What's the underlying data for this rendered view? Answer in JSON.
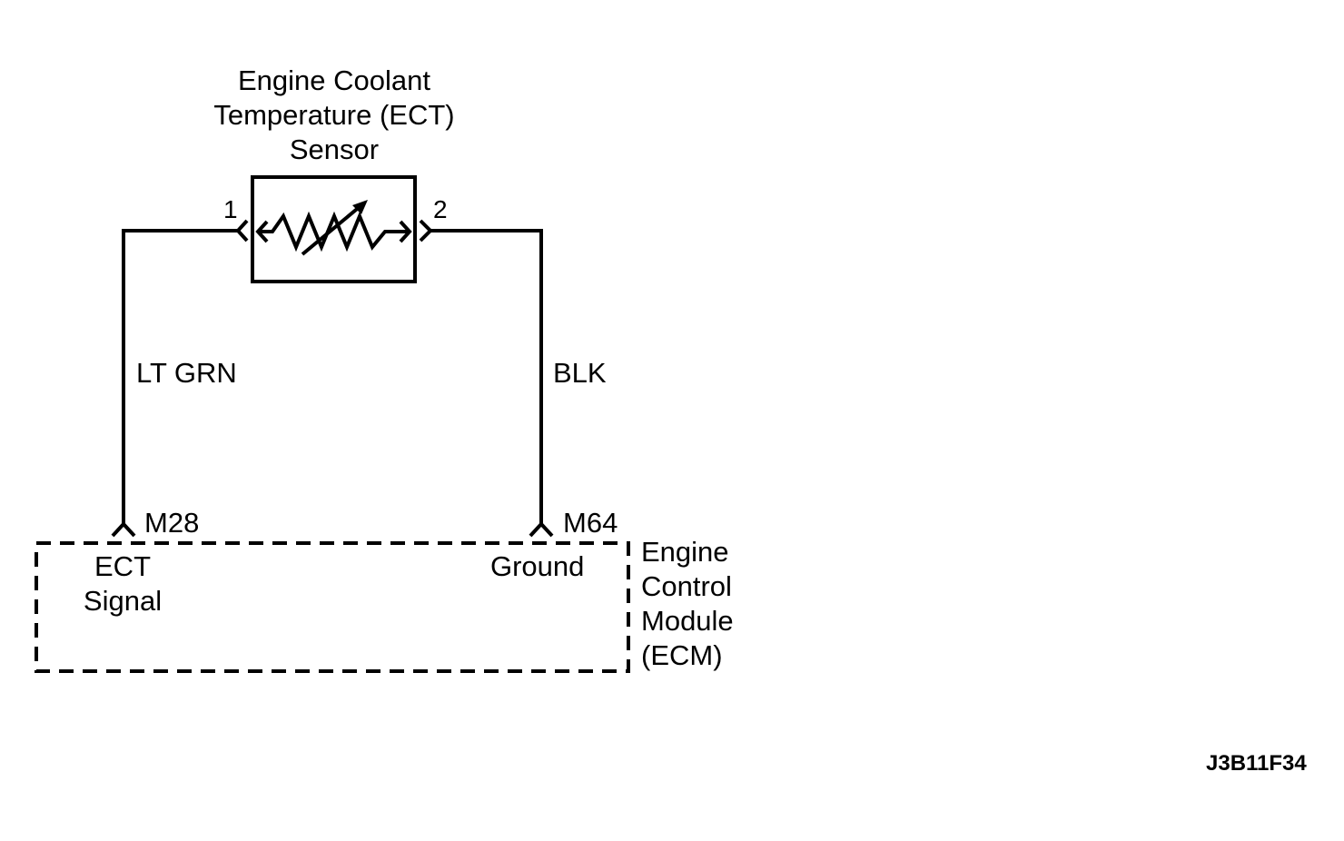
{
  "sensor": {
    "title_line1": "Engine Coolant",
    "title_line2": "Temperature (ECT)",
    "title_line3": "Sensor",
    "pin_left": "1",
    "pin_right": "2"
  },
  "wires": {
    "left_color": "LT GRN",
    "right_color": "BLK"
  },
  "ecm": {
    "terminal_left": "M28",
    "terminal_right": "M64",
    "signal_line1": "ECT",
    "signal_line2": "Signal",
    "ground_label": "Ground",
    "label_line1": "Engine",
    "label_line2": "Control",
    "label_line3": "Module",
    "label_line4": "(ECM)"
  },
  "figure_id": "J3B11F34"
}
